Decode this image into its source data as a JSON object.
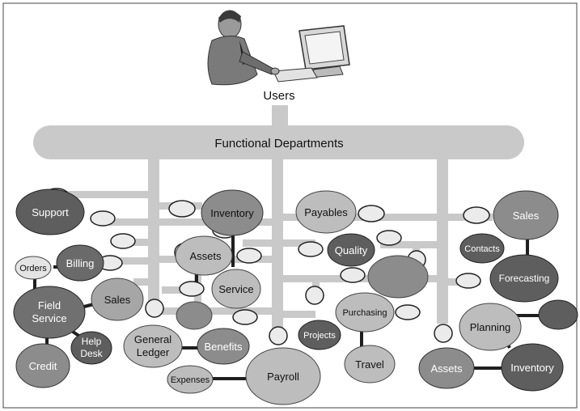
{
  "header": {
    "users_label": "Users",
    "bar_label": "Functional Departments"
  },
  "icons": {
    "user_figure": "person-at-computer-icon"
  },
  "nodes": {
    "support": "Support",
    "billing": "Billing",
    "orders": "Orders",
    "field_service": [
      "Field",
      "Service"
    ],
    "sales_left": "Sales",
    "help_desk": [
      "Help",
      "Desk"
    ],
    "credit": "Credit",
    "inventory_top": "Inventory",
    "assets_mid": "Assets",
    "service": "Service",
    "general_ledger": [
      "General",
      "Ledger"
    ],
    "benefits": "Benefits",
    "expenses": "Expenses",
    "payroll": "Payroll",
    "payables": "Payables",
    "quality": "Quality",
    "purchasing": "Purchasing",
    "projects": "Projects",
    "travel": "Travel",
    "sales_right": "Sales",
    "contacts": "Contacts",
    "forecasting": "Forecasting",
    "planning": "Planning",
    "assets_right": "Assets",
    "inventory_right": "Inventory"
  },
  "colors": {
    "bar": "#c9c9c9",
    "dark_node": "#5e5e5e",
    "mid_node": "#8c8c8c",
    "light_node": "#bdbdbd",
    "connector": "#e8e8e8",
    "link": "#1f1f1f"
  }
}
